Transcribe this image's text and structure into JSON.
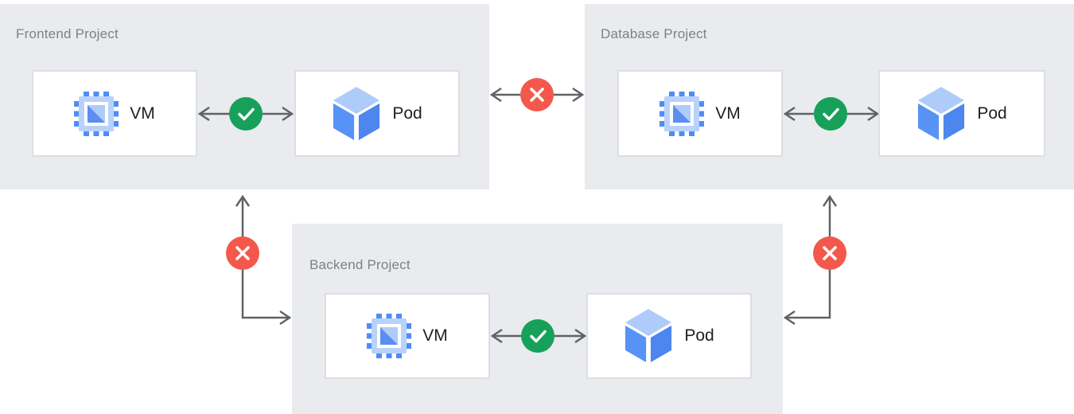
{
  "diagram": {
    "projects": [
      {
        "id": "frontend",
        "title": "Frontend Project",
        "nodes": [
          {
            "type": "vm",
            "label": "VM"
          },
          {
            "type": "pod",
            "label": "Pod"
          }
        ],
        "internal_connection": "allowed"
      },
      {
        "id": "database",
        "title": "Database Project",
        "nodes": [
          {
            "type": "vm",
            "label": "VM"
          },
          {
            "type": "pod",
            "label": "Pod"
          }
        ],
        "internal_connection": "allowed"
      },
      {
        "id": "backend",
        "title": "Backend Project",
        "nodes": [
          {
            "type": "vm",
            "label": "VM"
          },
          {
            "type": "pod",
            "label": "Pod"
          }
        ],
        "internal_connection": "allowed"
      }
    ],
    "cross_project_connections": [
      {
        "between": [
          "Frontend Project",
          "Database Project"
        ],
        "status": "blocked"
      },
      {
        "between": [
          "Frontend Project",
          "Backend Project"
        ],
        "status": "blocked"
      },
      {
        "between": [
          "Database Project",
          "Backend Project"
        ],
        "status": "blocked"
      }
    ],
    "icons": {
      "vm": "compute-chip-icon",
      "pod": "pod-cube-icon",
      "allowed": "check-icon",
      "blocked": "cross-x-icon"
    },
    "colors": {
      "panel_bg": "#e9ebee",
      "card_bg": "#ffffff",
      "card_border": "#dcdee1",
      "arrow": "#5f6368",
      "allowed_green": "#17a05a",
      "blocked_red": "#f4584c",
      "title_text": "#7d8287",
      "label_text": "#202124",
      "chip_body": "#b9d2fb",
      "chip_light": "#aecbfa",
      "chip_dark": "#5b8df2",
      "pin_blue": "#4e8df5",
      "cube_top": "#aecbfa",
      "cube_left": "#5793f5",
      "cube_right": "#4d86ee"
    }
  }
}
